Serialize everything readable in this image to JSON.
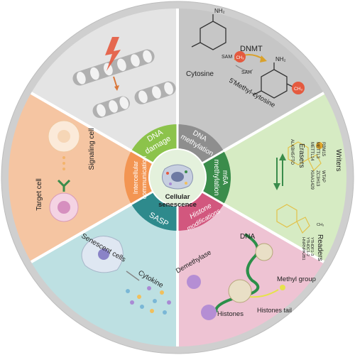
{
  "center": {
    "line1": "Cellular",
    "line2": "senescence"
  },
  "inner_ring": {
    "dna_damage": [
      "DNA",
      "damage"
    ],
    "dna_methylation": [
      "DNA",
      "methylation"
    ],
    "m6a_methylation": [
      "m6A",
      "methylation"
    ],
    "histone_modifications": [
      "Histone",
      "modifications"
    ],
    "sasp": [
      "SASP"
    ],
    "intercellular_communication": [
      "Intercellular",
      "communication"
    ]
  },
  "segments": {
    "dna_methylation": {
      "nh2_top": "NH₂",
      "nh2_bottom": "NH₂",
      "dnmt": "DNMT",
      "sam": "SAM",
      "sah": "SAH",
      "ch3_a": "CH₃",
      "ch3_b": "CH₃",
      "cytosine": "Cytosine",
      "methylcytosine": "5'Methyl-cytosine"
    },
    "m6a": {
      "writers": "Writers",
      "erasers": "Erasers",
      "readers": "Readers",
      "writer_list": [
        "RBM15",
        "WTAP",
        "METTL3",
        "ZC3H13",
        "METTL14",
        "KIAA1429"
      ],
      "eraser_list": [
        "ALKBH5",
        "FTO"
      ],
      "reader_list": [
        "YTHDF1-3",
        "YTHDC1-2",
        "HNRNPA2B1"
      ],
      "ch3": "CH₃"
    },
    "histone": {
      "dna": "DNA",
      "demethylase": "Demethylase",
      "methyl_group": "Methyl group",
      "histones": "Histones",
      "histones_tail": "Histones tail"
    },
    "sasp": {
      "senescent_cells": "Senescent cells",
      "cytokine": "Cytokine"
    },
    "intercellular": {
      "signaling_cell": "Signaling cell",
      "target_cell": "Target cell"
    }
  },
  "colors": {
    "outer_rim": "#c8c8c8",
    "dna_damage_bg": "#e5e5e5",
    "dna_methylation_bg": "#c9c9c9",
    "m6a_bg": "#d7ecc5",
    "histone_bg": "#efc7d6",
    "sasp_bg": "#bfe1e3",
    "intercellular_bg": "#f6c7a6",
    "ring_dna_damage": "#8bc34a",
    "ring_dna_methylation": "#8e8e8e",
    "ring_m6a": "#3a8c4b",
    "ring_histone": "#d2577e",
    "ring_sasp": "#2e8a8c",
    "ring_intercellular": "#f39552",
    "center_bg": "#e4f1dc"
  }
}
